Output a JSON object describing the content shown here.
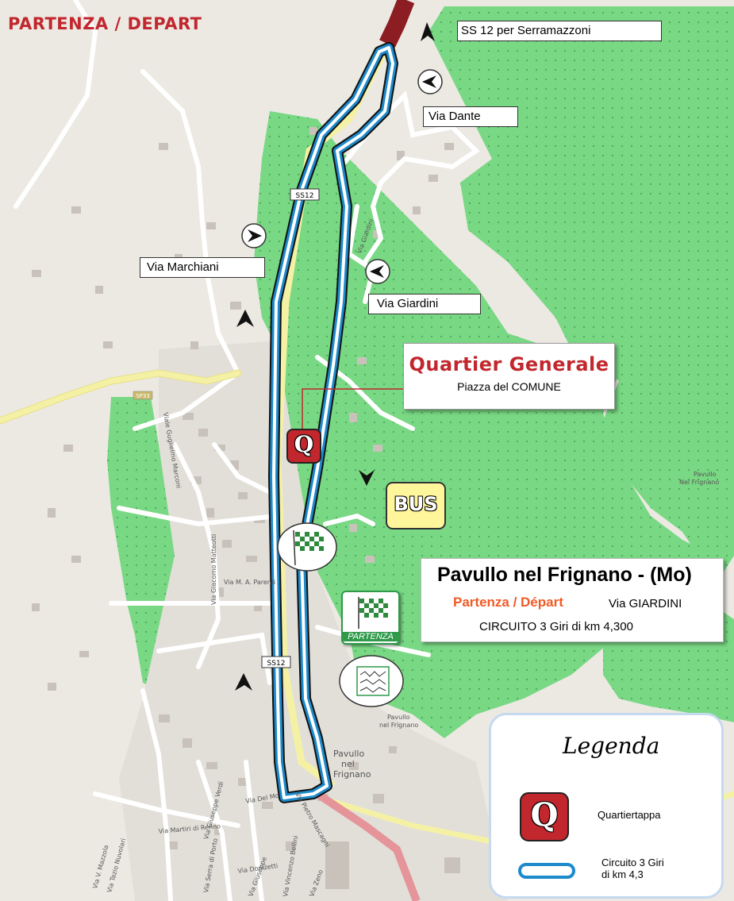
{
  "title": "PARTENZA / DEPART",
  "labels": {
    "ss12_serramazzoni": "SS 12  per Serramazzoni",
    "via_dante": "Via Dante",
    "via_marchiani": "Via Marchiani",
    "via_giardini": "Via Giardini"
  },
  "road_shields": {
    "top": "SS12",
    "bottom": "SS12",
    "sp": "SP33"
  },
  "quartier_generale": {
    "title": "Quartier Generale",
    "subtitle": "Piazza del COMUNE"
  },
  "markers": {
    "q_letter": "Q",
    "bus": "BUS",
    "partenza": "PARTENZA"
  },
  "info_box": {
    "town": "Pavullo nel Frignano - (Mo)",
    "start": "Partenza / Départ",
    "street": "Via GIARDINI",
    "circuit": "CIRCUITO 3 Giri di km 4,300"
  },
  "legend": {
    "title": "Legenda",
    "q_letter": "Q",
    "item1": "Quartiertappa",
    "item2_line1": "Circuito 3 Giri",
    "item2_line2": "di km 4,3"
  },
  "map_labels": {
    "pavullo_center_1": "Pavullo",
    "pavullo_center_2": "nel",
    "pavullo_center_3": "Frignano",
    "pavullo_small_1": "Pavullo",
    "pavullo_small_2": "nel Frignano",
    "pavullo_east_1": "Pavullo",
    "pavullo_east_2": "Nel Frignano",
    "viale_marconi": "Viale Guglielmo Marconi",
    "via_matteotti": "Via Giacomo Matteotti",
    "via_parenti": "Via M. A. Parenti",
    "via_del_mo": "Via Del Mo",
    "via_martiri": "Via Martiri di Renno",
    "via_mazzola": "Via V. Mazzola",
    "via_nuvolari": "Via Tazio Nuvolari",
    "via_verdi": "Via Giuseppe Verdi",
    "via_serra": "Via Serra di Porto",
    "via_donizetti": "Via Donizetti",
    "via_bellini": "Via Vincenzo Bellini",
    "via_pietro_mascagni": "Via Pietro Mascagni",
    "via_giardini_small": "Via Giardini",
    "via_zeno": "Via Zeno",
    "via_giuseppe": "Via Giuseppe"
  },
  "colors": {
    "forest": "#79d884",
    "land": "#ece9e3",
    "road_yellow": "#f4f1a5",
    "road_pink": "#e5949a",
    "route_blue": "#1d8acb",
    "accent_red": "#c1272d",
    "accent_orange": "#f15a24"
  }
}
